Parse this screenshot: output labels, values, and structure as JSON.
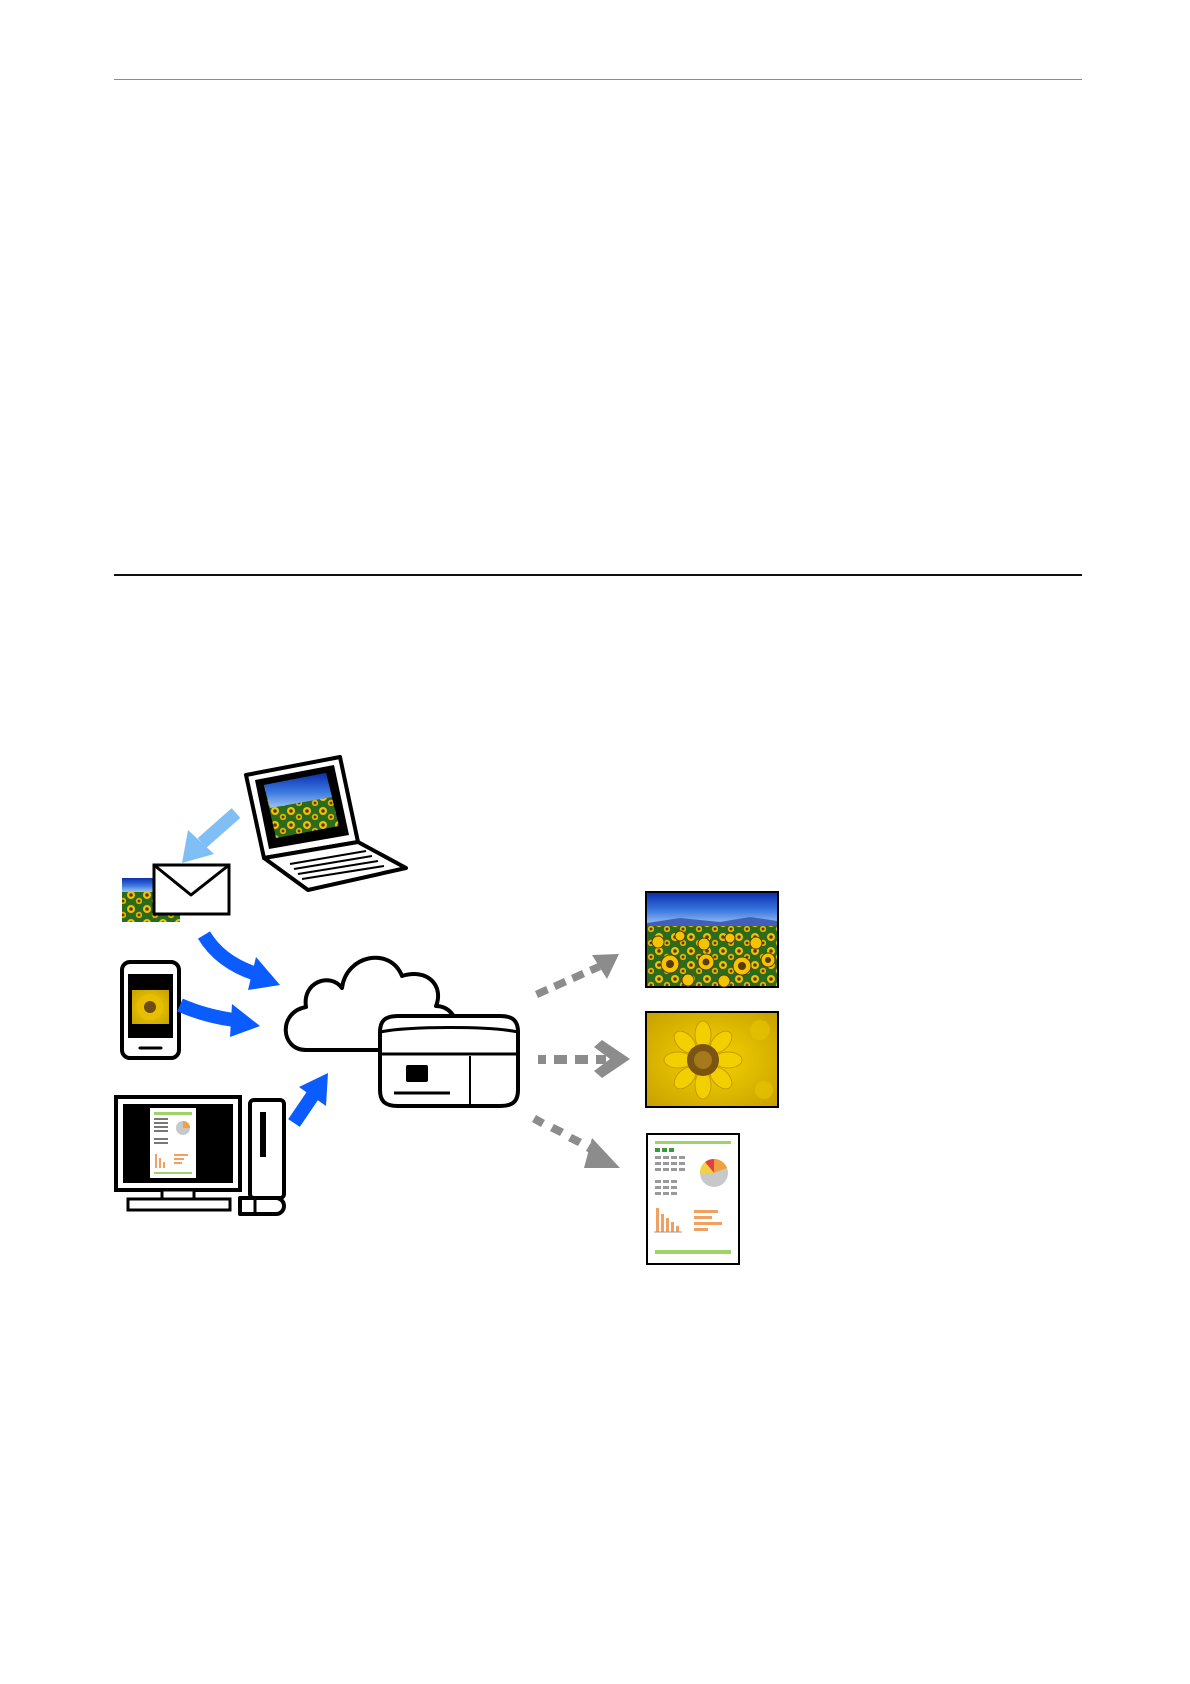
{
  "page": {
    "background": "#ffffff",
    "top_rule_color": "#8a8a8a",
    "section_rule_color": "#111111"
  },
  "diagram": {
    "colors": {
      "upload_arrow": "#0a5cff",
      "email_arrow": "#7fbff5",
      "output_arrow": "#8c8c8c",
      "outline": "#000000",
      "cloud_fill": "#ffffff"
    },
    "sources": [
      {
        "icon": "laptop-icon"
      },
      {
        "icon": "email-icon"
      },
      {
        "icon": "smartphone-icon"
      },
      {
        "icon": "desktop-computer-icon"
      }
    ],
    "hub": [
      "cloud-icon",
      "printer-icon"
    ],
    "outputs": [
      {
        "icon": "sunflower-field-photo"
      },
      {
        "icon": "sunflower-closeup-photo"
      },
      {
        "icon": "document-with-charts"
      }
    ]
  }
}
